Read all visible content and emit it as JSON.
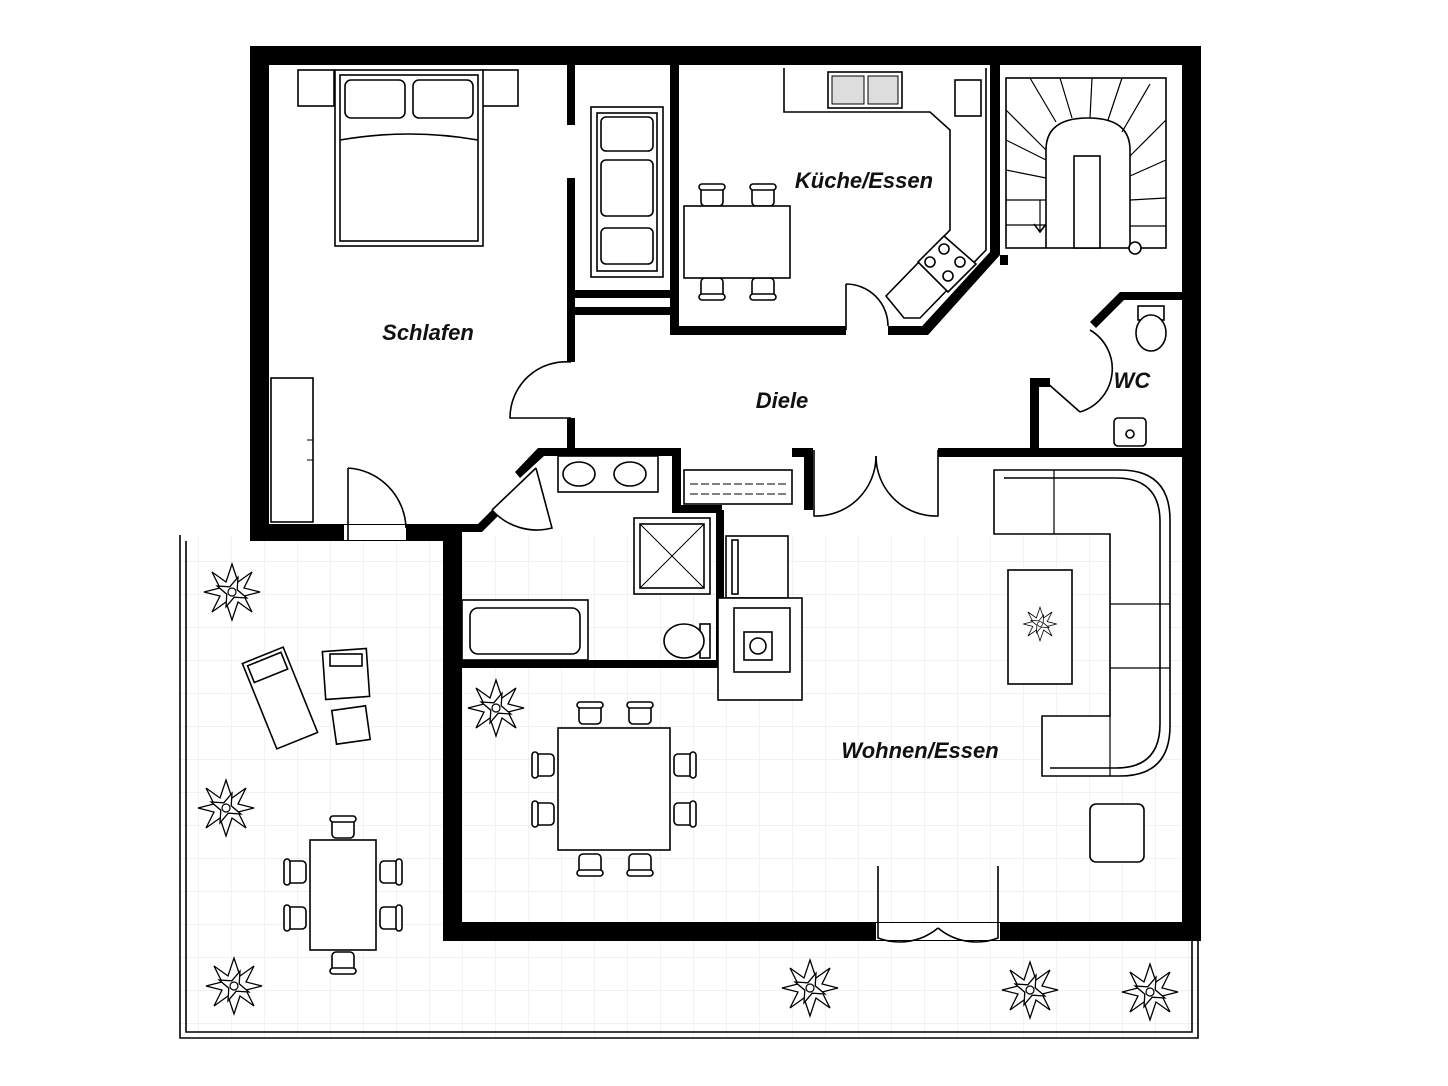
{
  "rooms": {
    "schlafen": "Schlafen",
    "kueche": "Küche/Essen",
    "diele": "Diele",
    "wc": "WC",
    "wohnen": "Wohnen/Essen"
  },
  "colors": {
    "wall": "#000000",
    "background": "#ffffff",
    "terrace_grid": "#e6e6e6"
  }
}
